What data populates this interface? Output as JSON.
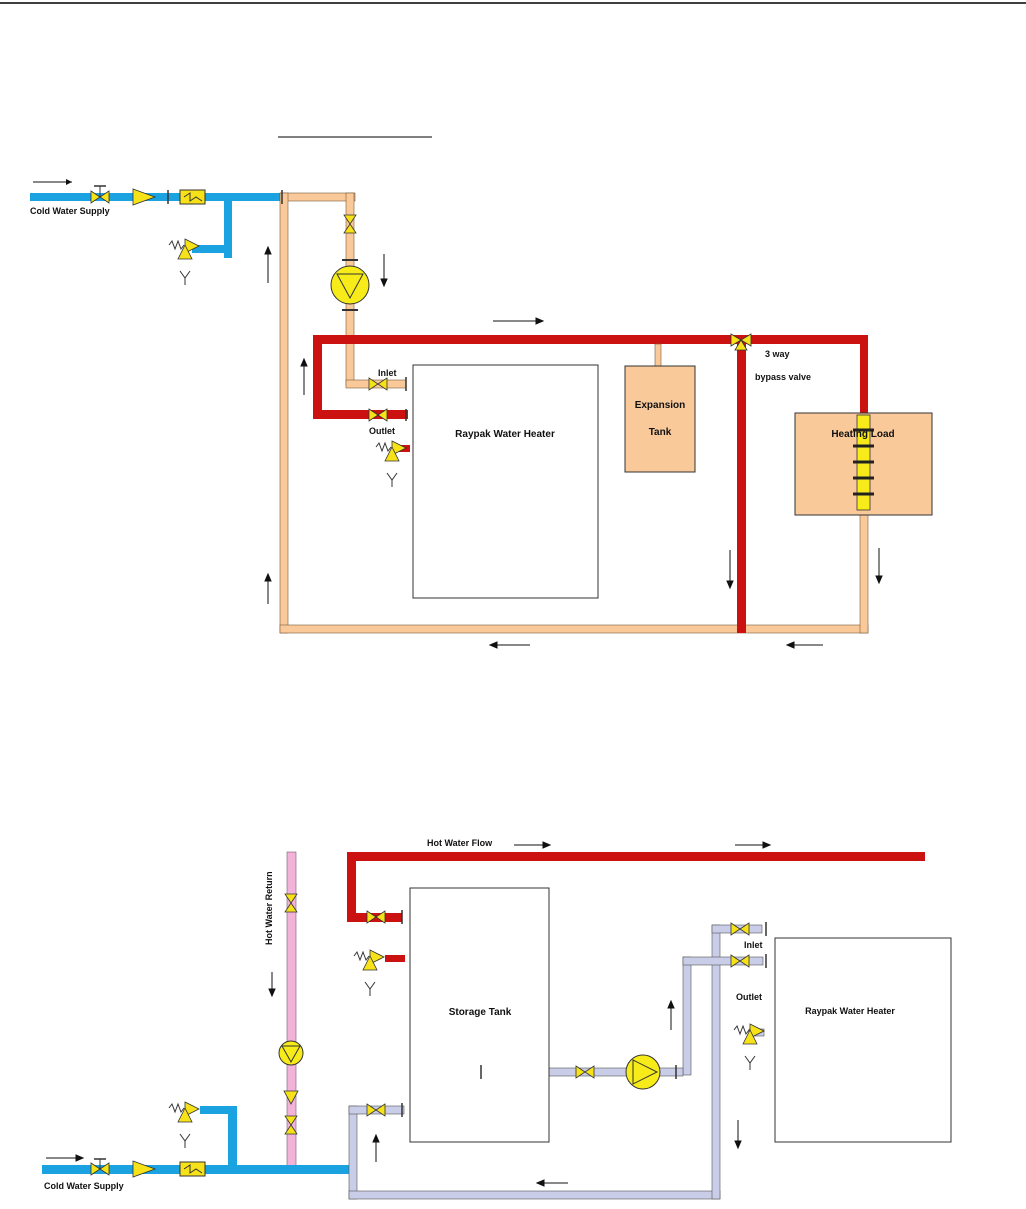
{
  "diagram1": {
    "cold_supply": "Cold Water Supply",
    "inlet": "Inlet",
    "outlet": "Outlet",
    "heater": "Raypak Water Heater",
    "expansion_line1": "Expansion",
    "expansion_line2": "Tank",
    "bypass_line1": "3 way",
    "bypass_line2": "bypass valve",
    "heating_load": "Heating Load"
  },
  "diagram2": {
    "hot_flow": "Hot Water Flow",
    "hot_return": "Hot Water Return",
    "storage": "Storage Tank",
    "inlet": "Inlet",
    "outlet": "Outlet",
    "heater": "Raypak Water Heater",
    "cold_supply": "Cold Water Supply"
  },
  "colors": {
    "cold": "#1aa3e0",
    "tan": "#f9c99a",
    "red": "#cc1111",
    "lavender": "#c9cde8",
    "pink": "#f3b3d8",
    "yellow": "#f7ec1a",
    "tank": "#f9c99a"
  }
}
